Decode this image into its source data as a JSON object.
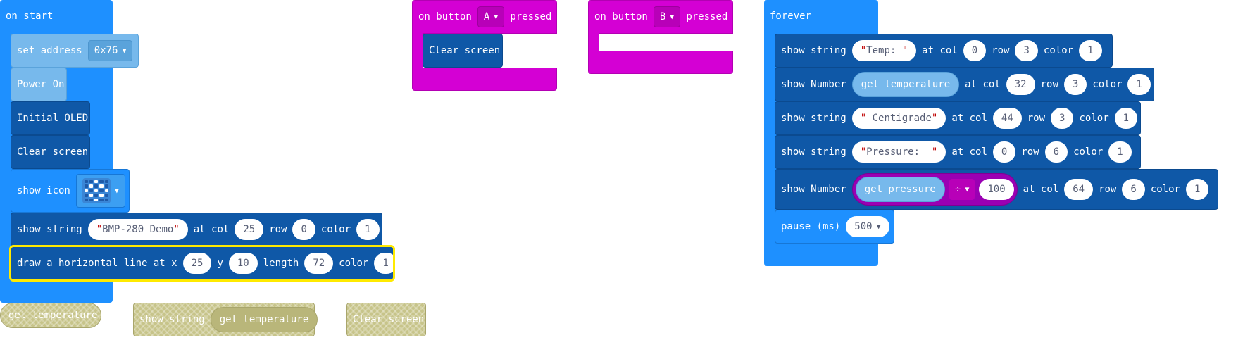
{
  "on_start": {
    "hat_label": "on start",
    "set_address": {
      "label": "set address",
      "value": "0x76"
    },
    "power_on": {
      "label": "Power On"
    },
    "initial_oled": {
      "label": "Initial OLED"
    },
    "clear_screen": {
      "label": "Clear screen"
    },
    "show_icon": {
      "label": "show icon"
    },
    "show_string": {
      "label": "show string",
      "text": "BMP-280 Demo",
      "at_col": "at col",
      "col": "25",
      "row_label": "row",
      "row": "0",
      "color_label": "color",
      "color": "1"
    },
    "hline": {
      "label": "draw a horizontal line at x",
      "x": "25",
      "y_label": "y",
      "y": "10",
      "length_label": "length",
      "length": "72",
      "color_label": "color",
      "color": "1"
    }
  },
  "button_a": {
    "prefix": "on button",
    "button": "A",
    "suffix": "pressed",
    "clear_screen": "Clear screen"
  },
  "button_b": {
    "prefix": "on button",
    "button": "B",
    "suffix": "pressed"
  },
  "forever": {
    "hat_label": "forever",
    "row1": {
      "label": "show string",
      "text": "Temp: ",
      "at_col": "at col",
      "col": "0",
      "row_label": "row",
      "row": "3",
      "color_label": "color",
      "color": "1"
    },
    "row2": {
      "label": "show Number",
      "reporter": "get temperature",
      "at_col": "at col",
      "col": "32",
      "row_label": "row",
      "row": "3",
      "color_label": "color",
      "color": "1"
    },
    "row3": {
      "label": "show string",
      "text": " Centigrade",
      "at_col": "at col",
      "col": "44",
      "row_label": "row",
      "row": "3",
      "color_label": "color",
      "color": "1"
    },
    "row4": {
      "label": "show string",
      "text": "Pressure:  ",
      "at_col": "at col",
      "col": "0",
      "row_label": "row",
      "row": "6",
      "color_label": "color",
      "color": "1"
    },
    "row5": {
      "label": "show Number",
      "reporter": "get pressure",
      "op": "÷",
      "divisor": "100",
      "at_col": "at col",
      "col": "64",
      "row_label": "row",
      "row": "6",
      "color_label": "color",
      "color": "1"
    },
    "pause": {
      "label": "pause (ms)",
      "value": "500"
    }
  },
  "loose": {
    "get_temperature": "get temperature",
    "show_string_label": "show string",
    "show_string_reporter": "get temperature",
    "clear_screen": "Clear screen"
  },
  "colors": {
    "light_block": "#77b9ec",
    "dark_block": "#0f58a7",
    "hat_blue": "#1e90ff",
    "input_magenta": "#d400d4",
    "disabled": "#c7c48a",
    "selection": "#ffea00"
  },
  "icon": {
    "name": "checkerboard-icon",
    "pattern": [
      0,
      0,
      1,
      0,
      0,
      0,
      1,
      0,
      1,
      0,
      1,
      0,
      1,
      0,
      1,
      0,
      1,
      0,
      1,
      0,
      0,
      0,
      1,
      0,
      0
    ]
  }
}
